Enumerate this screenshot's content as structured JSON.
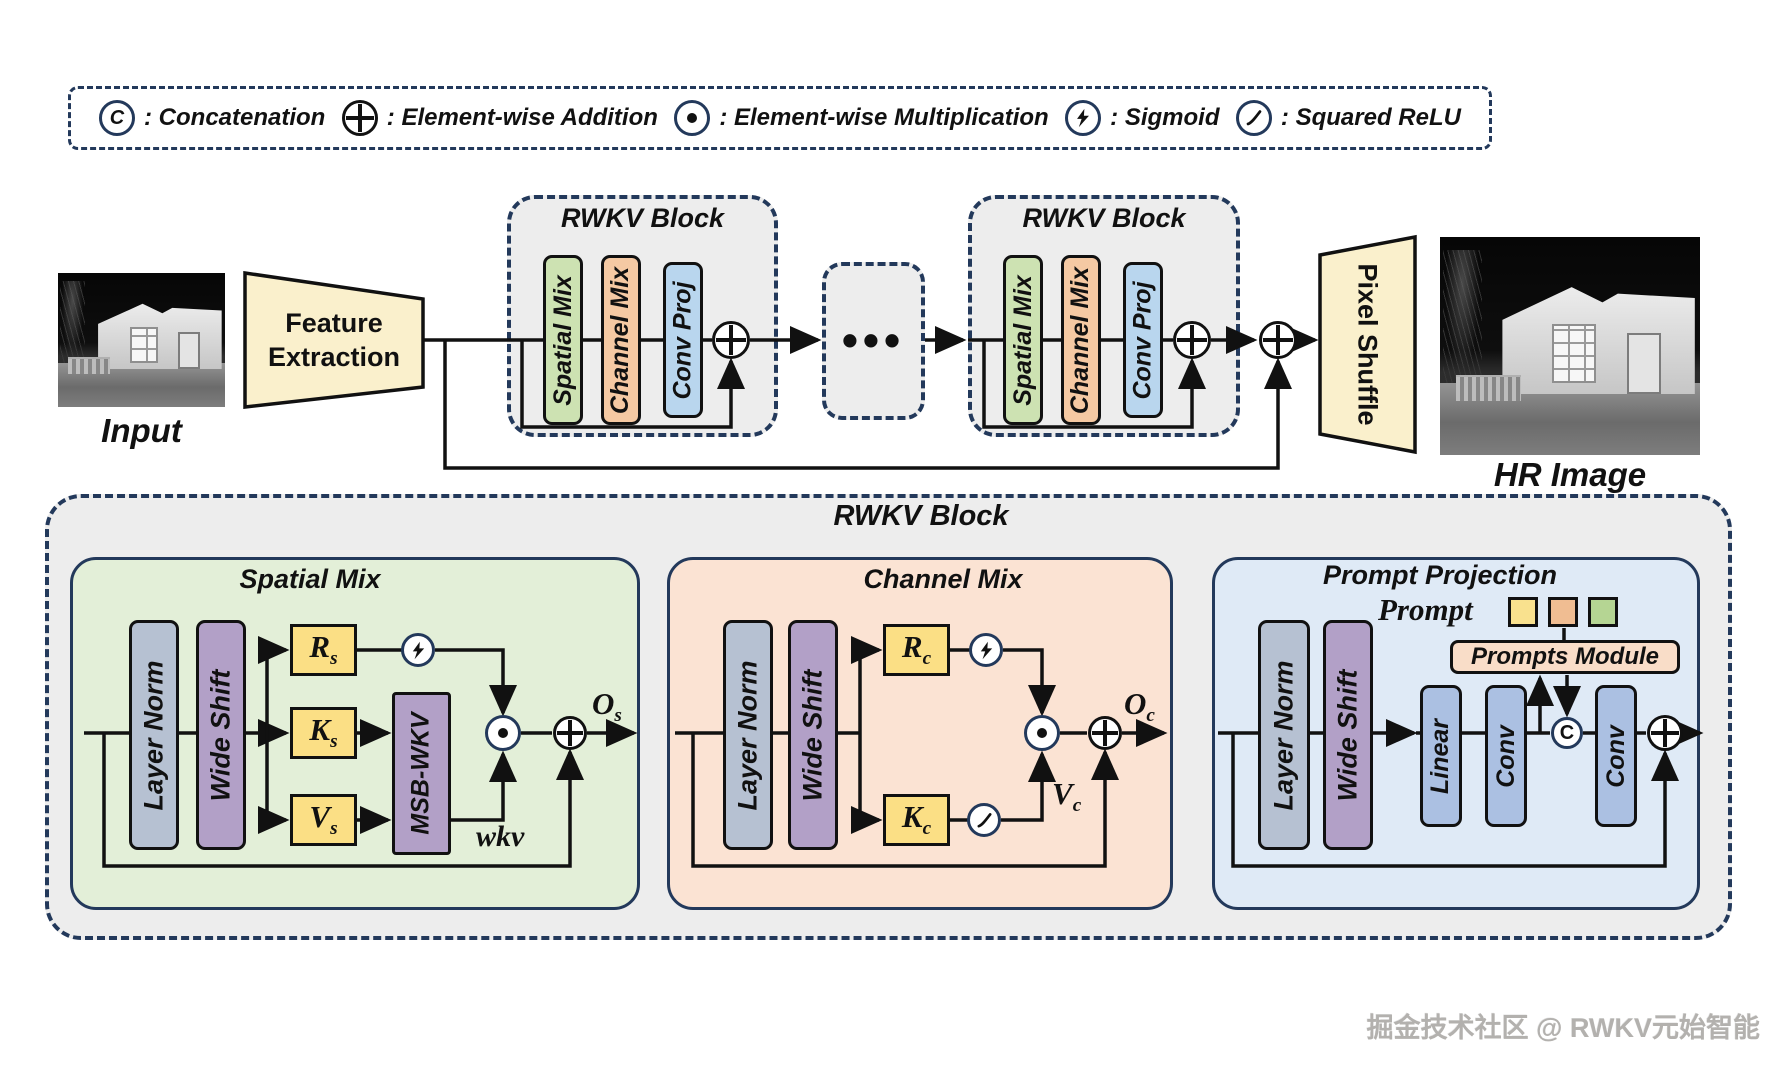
{
  "legend": {
    "items": [
      {
        "icon": "concat-icon",
        "symbol": "C",
        "label": ": Concatenation"
      },
      {
        "icon": "add-icon",
        "label": ": Element-wise Addition"
      },
      {
        "icon": "multiply-icon",
        "label": ": Element-wise Multiplication"
      },
      {
        "icon": "sigmoid-icon",
        "label": ": Sigmoid"
      },
      {
        "icon": "squared-relu-icon",
        "label": ": Squared ReLU"
      }
    ]
  },
  "pipeline": {
    "input_label": "Input",
    "feature_extraction_label": "Feature Extraction",
    "rwkv_block_title": "RWKV Block",
    "bars": {
      "spatial": "Spatial Mix",
      "channel": "Channel Mix",
      "conv_proj": "Conv Proj"
    },
    "ellipsis": "•••",
    "pixel_shuffle_label": "Pixel Shuffle",
    "hr_label": "HR Image"
  },
  "rwkv_detail": {
    "title": "RWKV Block",
    "spatial_mix": {
      "title": "Spatial Mix",
      "layer_norm": "Layer Norm",
      "wide_shift": "Wide Shift",
      "r": "R",
      "k": "K",
      "v": "V",
      "sub": "s",
      "msb_wkv": "MSB-WKV",
      "wkv_label": "wkv",
      "output": "O"
    },
    "channel_mix": {
      "title": "Channel Mix",
      "layer_norm": "Layer Norm",
      "wide_shift": "Wide Shift",
      "r": "R",
      "k": "K",
      "v": "V",
      "sub": "c",
      "output": "O"
    },
    "prompt_projection": {
      "title": "Prompt Projection",
      "prompt_label": "Prompt",
      "prompts_module": "Prompts Module",
      "layer_norm": "Layer Norm",
      "wide_shift": "Wide Shift",
      "linear": "Linear",
      "conv1": "Conv",
      "conv2": "Conv",
      "concat_symbol": "C"
    }
  },
  "watermark": "掘金技术社区 @ RWKV元始智能",
  "colors": {
    "navy": "#23395b",
    "panel_gray": "#ededed",
    "green_bar": "#cde2b2",
    "orange_bar": "#f5c9a3",
    "blue_bar": "#b9d6ee",
    "green_panel": "#e3efd8",
    "orange_panel": "#fbe3d3",
    "blue_panel": "#dfeaf6",
    "yellow_box": "#fbdf85",
    "purple_bar": "#b2a0c7",
    "gray_bar": "#b6c1d2",
    "steel_bar": "#abc0e2",
    "cream": "#faf0cc",
    "module_pink": "#f9ddc8",
    "square_yellow": "#f9e18e",
    "square_orange": "#f0bd92",
    "square_green": "#b5d593"
  }
}
